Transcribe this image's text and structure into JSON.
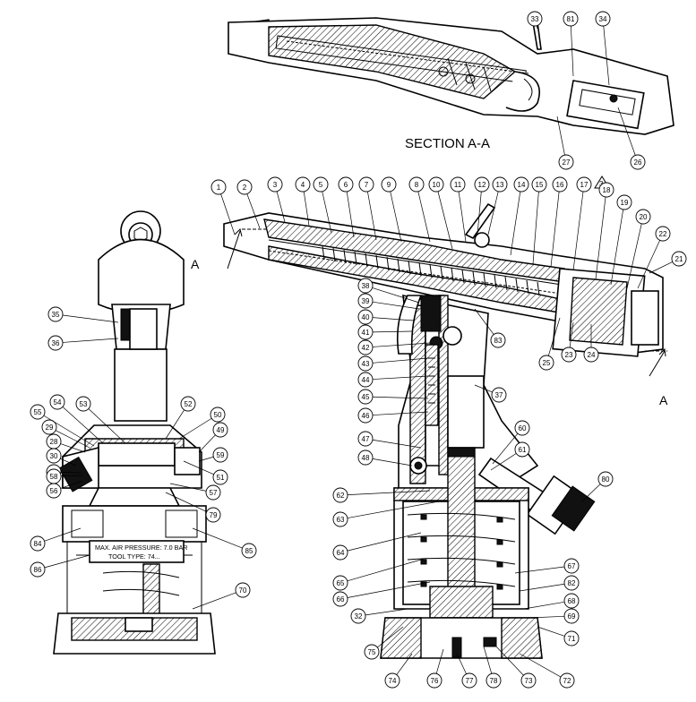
{
  "section_title": "SECTION A-A",
  "section_markers": [
    "A",
    "A",
    "A"
  ],
  "revision_mark": "3",
  "nameplate": {
    "line1": "MAX. AIR PRESSURE: 7.0 BAR",
    "line2": "TOOL TYPE: 74..."
  },
  "part_numbers": [
    "1",
    "2",
    "3",
    "4",
    "5",
    "6",
    "7",
    "8",
    "9",
    "10",
    "11",
    "12",
    "13",
    "14",
    "15",
    "16",
    "17",
    "18",
    "19",
    "20",
    "21",
    "22",
    "23",
    "24",
    "25",
    "26",
    "27",
    "28",
    "29",
    "30",
    "31",
    "32",
    "33",
    "34",
    "35",
    "36",
    "37",
    "38",
    "39",
    "40",
    "41",
    "42",
    "43",
    "44",
    "45",
    "46",
    "47",
    "48",
    "49",
    "50",
    "51",
    "52",
    "53",
    "54",
    "55",
    "56",
    "57",
    "58",
    "59",
    "60",
    "61",
    "62",
    "63",
    "64",
    "65",
    "66",
    "67",
    "68",
    "69",
    "70",
    "71",
    "72",
    "73",
    "74",
    "75",
    "76",
    "77",
    "78",
    "79",
    "80",
    "81",
    "82",
    "83",
    "84",
    "85",
    "86"
  ],
  "colors": {
    "line": "#000000",
    "background": "#ffffff"
  }
}
